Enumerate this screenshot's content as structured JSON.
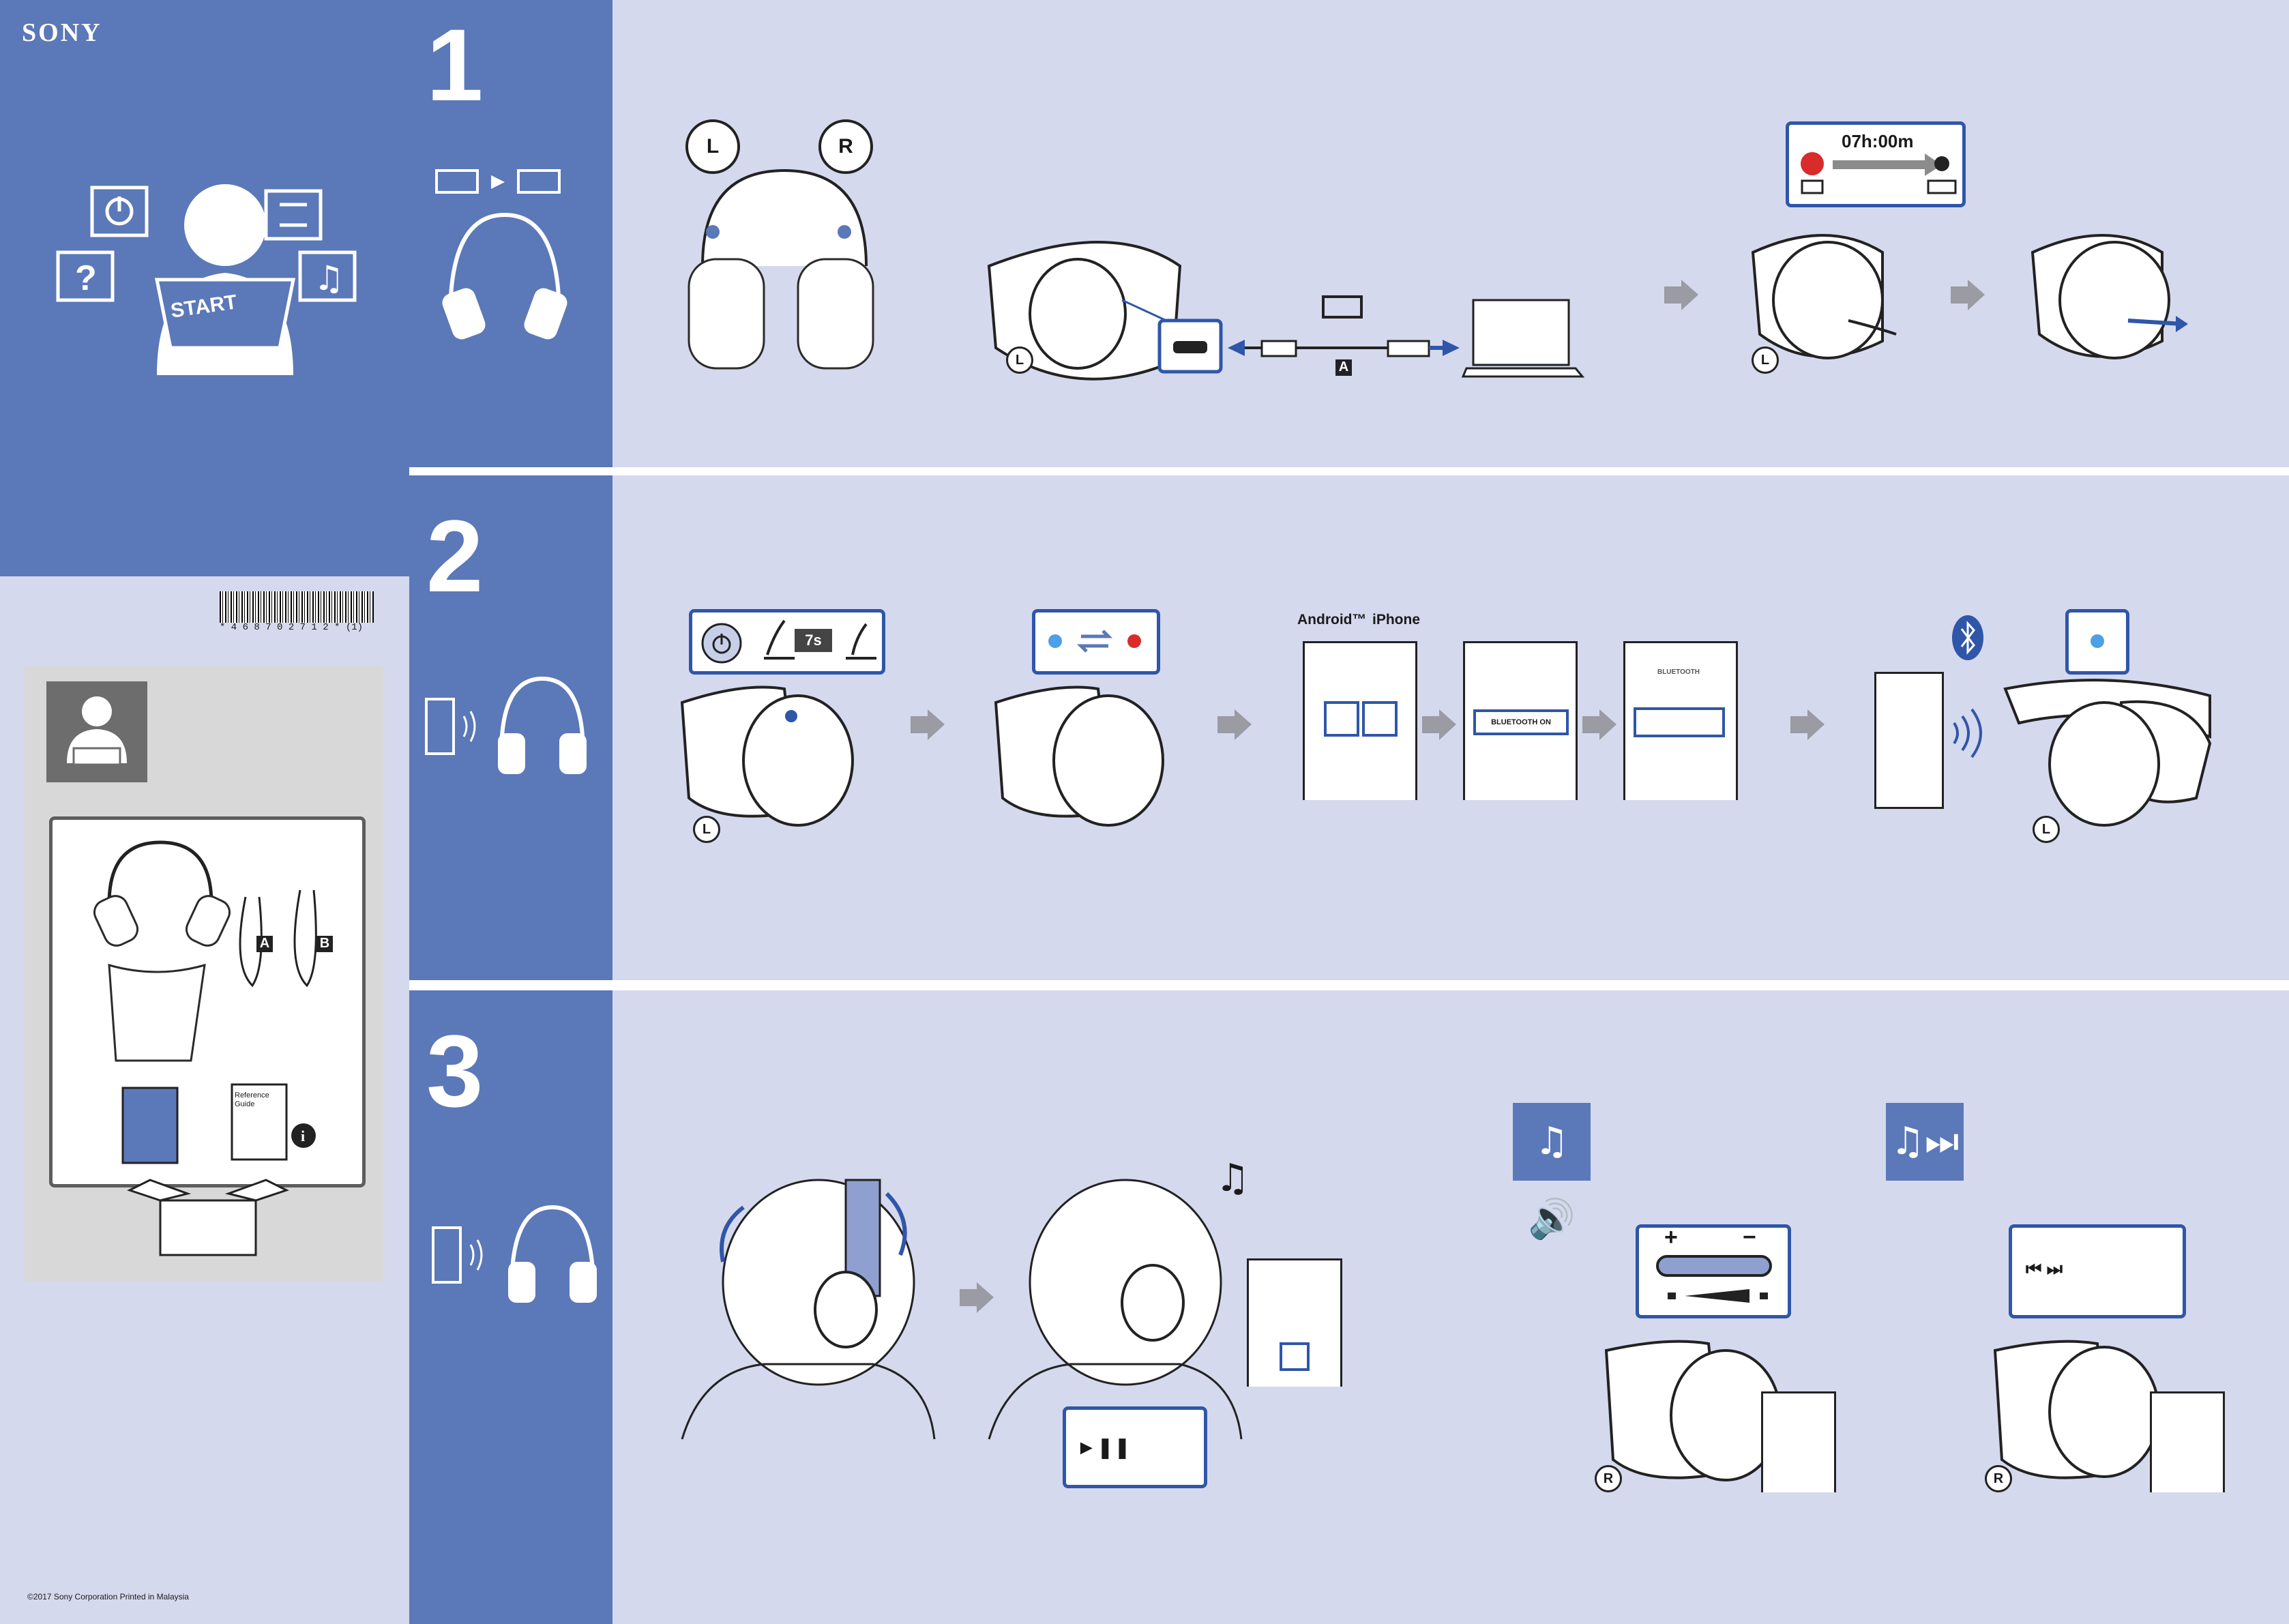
{
  "brand": "SONY",
  "cover": {
    "start_label": "START"
  },
  "barcode": {
    "number": "* 4 6 8 7 0 2 7 1 2 * (1)"
  },
  "accessories": {
    "cable_a": "A",
    "cable_b": "B",
    "reference_guide": "Reference Guide"
  },
  "footer": {
    "copyright": "©2017 Sony Corporation Printed in Malaysia"
  },
  "steps": [
    {
      "number": "1"
    },
    {
      "number": "2"
    },
    {
      "number": "3"
    }
  ],
  "step1": {
    "left_marker": "L",
    "right_marker": "R",
    "cable_marker": "A",
    "charge_time": "07h:00m"
  },
  "step2": {
    "left_marker": "L",
    "hold_time": "7s",
    "android_label": "Android™",
    "iphone_label": "iPhone",
    "bluetooth_on": "BLUETOOTH ON",
    "bluetooth_title": "BLUETOOTH"
  },
  "step3": {
    "right_marker": "R",
    "volume_plus": "+",
    "volume_minus": "−"
  },
  "colors": {
    "panel_blue": "#5b78b8",
    "background": "#d5d9ee",
    "callout_blue": "#2f56a8"
  }
}
